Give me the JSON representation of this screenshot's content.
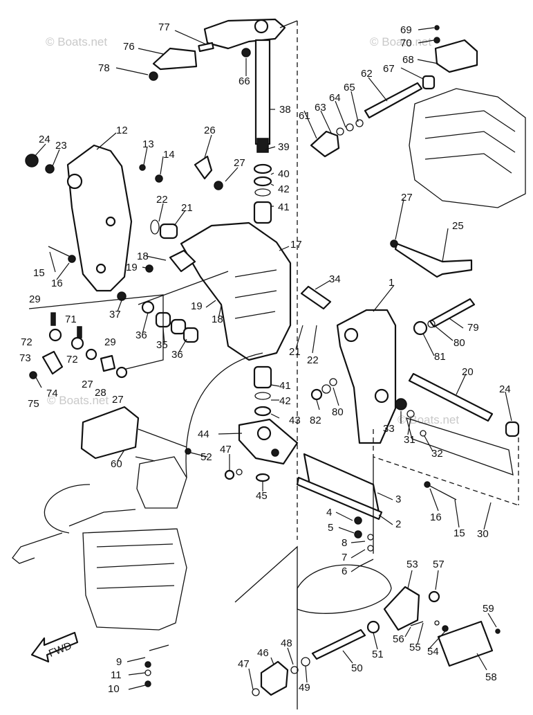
{
  "watermarks": [
    "© Boats.net",
    "© Boats.net",
    "© Boats.net",
    "© Boats.net"
  ],
  "fwd_label": "FWD",
  "callouts": [
    {
      "id": "1",
      "text": "1"
    },
    {
      "id": "2",
      "text": "2"
    },
    {
      "id": "3",
      "text": "3"
    },
    {
      "id": "4",
      "text": "4"
    },
    {
      "id": "5",
      "text": "5"
    },
    {
      "id": "6",
      "text": "6"
    },
    {
      "id": "7",
      "text": "7"
    },
    {
      "id": "8",
      "text": "8"
    },
    {
      "id": "9",
      "text": "9"
    },
    {
      "id": "10",
      "text": "10"
    },
    {
      "id": "11",
      "text": "11"
    },
    {
      "id": "12",
      "text": "12"
    },
    {
      "id": "13",
      "text": "13"
    },
    {
      "id": "14",
      "text": "14"
    },
    {
      "id": "15a",
      "text": "15"
    },
    {
      "id": "15b",
      "text": "15"
    },
    {
      "id": "16a",
      "text": "16"
    },
    {
      "id": "16b",
      "text": "16"
    },
    {
      "id": "17",
      "text": "17"
    },
    {
      "id": "18a",
      "text": "18"
    },
    {
      "id": "18b",
      "text": "18"
    },
    {
      "id": "19a",
      "text": "19"
    },
    {
      "id": "19b",
      "text": "19"
    },
    {
      "id": "20",
      "text": "20"
    },
    {
      "id": "21a",
      "text": "21"
    },
    {
      "id": "21b",
      "text": "21"
    },
    {
      "id": "22a",
      "text": "22"
    },
    {
      "id": "22b",
      "text": "22"
    },
    {
      "id": "23",
      "text": "23"
    },
    {
      "id": "24a",
      "text": "24"
    },
    {
      "id": "24b",
      "text": "24"
    },
    {
      "id": "25",
      "text": "25"
    },
    {
      "id": "26",
      "text": "26"
    },
    {
      "id": "27a",
      "text": "27"
    },
    {
      "id": "27b",
      "text": "27"
    },
    {
      "id": "27c",
      "text": "27"
    },
    {
      "id": "27d",
      "text": "27"
    },
    {
      "id": "28",
      "text": "28"
    },
    {
      "id": "29a",
      "text": "29"
    },
    {
      "id": "29b",
      "text": "29"
    },
    {
      "id": "30",
      "text": "30"
    },
    {
      "id": "31",
      "text": "31"
    },
    {
      "id": "32",
      "text": "32"
    },
    {
      "id": "33",
      "text": "33"
    },
    {
      "id": "34",
      "text": "34"
    },
    {
      "id": "35",
      "text": "35"
    },
    {
      "id": "36a",
      "text": "36"
    },
    {
      "id": "36b",
      "text": "36"
    },
    {
      "id": "37",
      "text": "37"
    },
    {
      "id": "38",
      "text": "38"
    },
    {
      "id": "39",
      "text": "39"
    },
    {
      "id": "40",
      "text": "40"
    },
    {
      "id": "41a",
      "text": "41"
    },
    {
      "id": "41b",
      "text": "41"
    },
    {
      "id": "42a",
      "text": "42"
    },
    {
      "id": "42b",
      "text": "42"
    },
    {
      "id": "43",
      "text": "43"
    },
    {
      "id": "44",
      "text": "44"
    },
    {
      "id": "45",
      "text": "45"
    },
    {
      "id": "46",
      "text": "46"
    },
    {
      "id": "47a",
      "text": "47"
    },
    {
      "id": "47b",
      "text": "47"
    },
    {
      "id": "48",
      "text": "48"
    },
    {
      "id": "49",
      "text": "49"
    },
    {
      "id": "50",
      "text": "50"
    },
    {
      "id": "51",
      "text": "51"
    },
    {
      "id": "52",
      "text": "52"
    },
    {
      "id": "53",
      "text": "53"
    },
    {
      "id": "54",
      "text": "54"
    },
    {
      "id": "55",
      "text": "55"
    },
    {
      "id": "56",
      "text": "56"
    },
    {
      "id": "57",
      "text": "57"
    },
    {
      "id": "58",
      "text": "58"
    },
    {
      "id": "59",
      "text": "59"
    },
    {
      "id": "60",
      "text": "60"
    },
    {
      "id": "61",
      "text": "61"
    },
    {
      "id": "62",
      "text": "62"
    },
    {
      "id": "63",
      "text": "63"
    },
    {
      "id": "64",
      "text": "64"
    },
    {
      "id": "65",
      "text": "65"
    },
    {
      "id": "66",
      "text": "66"
    },
    {
      "id": "67",
      "text": "67"
    },
    {
      "id": "68",
      "text": "68"
    },
    {
      "id": "69",
      "text": "69"
    },
    {
      "id": "70",
      "text": "70"
    },
    {
      "id": "71",
      "text": "71"
    },
    {
      "id": "72a",
      "text": "72"
    },
    {
      "id": "72b",
      "text": "72"
    },
    {
      "id": "73",
      "text": "73"
    },
    {
      "id": "74",
      "text": "74"
    },
    {
      "id": "75",
      "text": "75"
    },
    {
      "id": "76",
      "text": "76"
    },
    {
      "id": "77",
      "text": "77"
    },
    {
      "id": "78",
      "text": "78"
    },
    {
      "id": "79",
      "text": "79"
    },
    {
      "id": "80a",
      "text": "80"
    },
    {
      "id": "80b",
      "text": "80"
    },
    {
      "id": "81",
      "text": "81"
    },
    {
      "id": "82",
      "text": "82"
    }
  ]
}
